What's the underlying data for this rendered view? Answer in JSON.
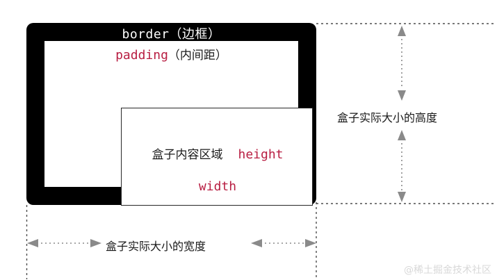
{
  "diagram": {
    "title": "CSS box model diagram",
    "border_region": {
      "label_keyword": "border",
      "label_full": "border（边框）",
      "fill_color": "#000000",
      "text_color": "#ffffff"
    },
    "padding_region": {
      "label_keyword": "padding",
      "label_cn": "（内间距）",
      "fill_color": "#ffffff",
      "keyword_color": "#b81e42"
    },
    "content_region": {
      "label_cn": "盒子内容区域",
      "label_height": "height",
      "label_width": "width",
      "keyword_color": "#b81e42",
      "stroke_color": "#262626"
    },
    "dimensions": {
      "height_label": "盒子实际大小的高度",
      "width_label": "盒子实际大小的宽度",
      "arrow_color": "#808080",
      "guide_color": "#4d4d4d"
    },
    "watermark": "@稀土掘金技术社区"
  }
}
